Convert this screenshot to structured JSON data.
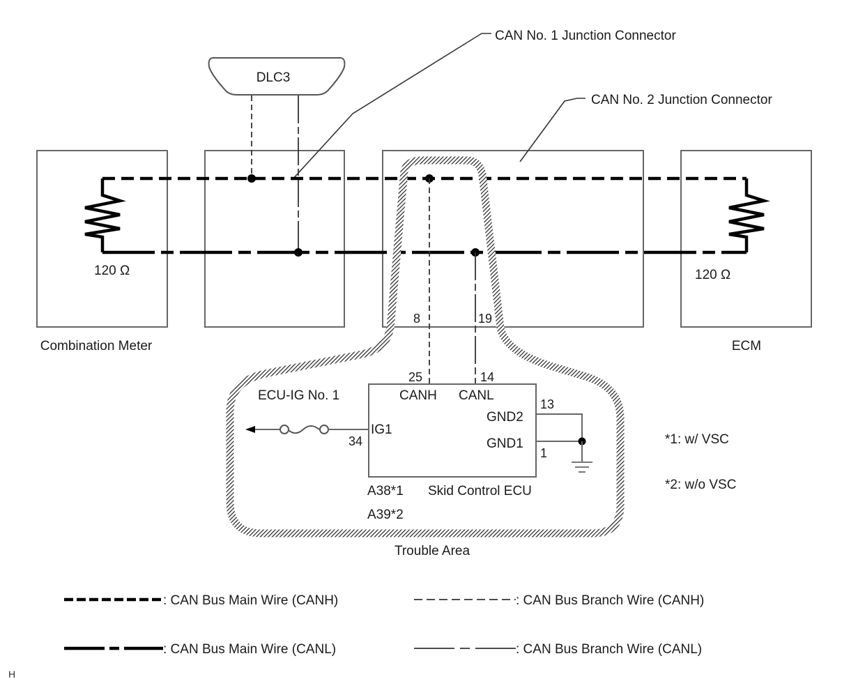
{
  "diagram": {
    "callouts": {
      "can1_junction": "CAN No. 1 Junction Connector",
      "can2_junction": "CAN No. 2 Junction Connector"
    },
    "components": {
      "dlc3": "DLC3",
      "combination_meter": "Combination Meter",
      "ecm": "ECM",
      "skid_control_ecu": "Skid Control ECU",
      "ecu_ig_fuse": "ECU-IG No. 1"
    },
    "resistors": {
      "left": "120 Ω",
      "right": "120 Ω"
    },
    "pins": {
      "jc_canh": "8",
      "jc_canl": "19",
      "ecu_canh_num": "25",
      "ecu_canl_num": "14",
      "ecu_canh_name": "CANH",
      "ecu_canl_name": "CANL",
      "ig1_name": "IG1",
      "ig1_num": "34",
      "gnd2_name": "GND2",
      "gnd2_num": "13",
      "gnd1_name": "GND1",
      "gnd1_num": "1"
    },
    "connector_codes": [
      "A38*1",
      "A39*2"
    ],
    "footnotes": [
      "*1: w/ VSC",
      "*2: w/o VSC"
    ],
    "trouble_area": "Trouble Area",
    "legend": [
      {
        "style": "main-canh",
        "label": ": CAN Bus Main Wire (CANH)"
      },
      {
        "style": "branch-canh",
        "label": ": CAN Bus Branch Wire (CANH)"
      },
      {
        "style": "main-canl",
        "label": ": CAN Bus Main Wire (CANL)"
      },
      {
        "style": "branch-canl",
        "label": ": CAN Bus Branch Wire (CANL)"
      }
    ],
    "corner_mark": "H"
  }
}
